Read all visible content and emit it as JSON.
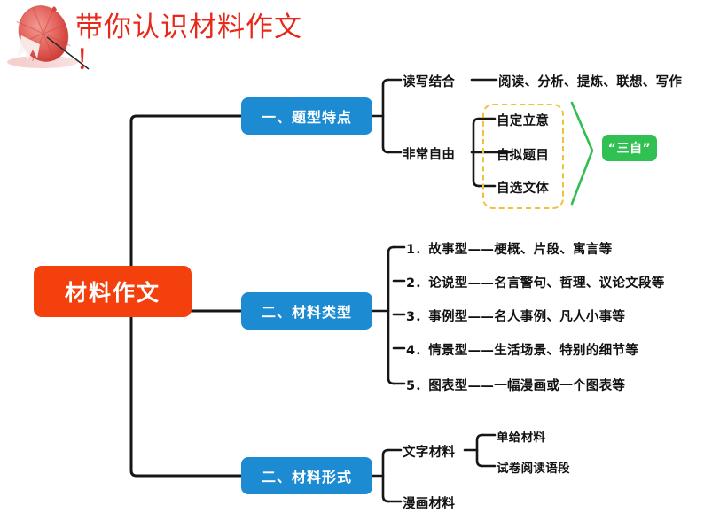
{
  "title": {
    "main": "带你认识材料作文",
    "exclamation": "！",
    "color": "#E8291A",
    "decoration_icon": "red-parasol-icon"
  },
  "colors": {
    "root_node": "#F4400D",
    "branch_node": "#1C8BD2",
    "badge_green": "#31C052",
    "dashed_border": "#F0C23A",
    "connector": "#161616",
    "title_red": "#E8291A"
  },
  "root": {
    "label": "材料作文"
  },
  "branches": [
    {
      "label": "一、题型特点",
      "children": [
        {
          "label": "读写结合",
          "detail": "阅读、分析、提炼、联想、写作"
        },
        {
          "label": "非常自由",
          "grouped": [
            "自定立意",
            "自拟题目",
            "自选文体"
          ],
          "group_badge": "“三自”"
        }
      ]
    },
    {
      "label": "二、材料类型",
      "items": [
        "1．故事型——梗概、片段、寓言等",
        "2．论说型——名言警句、哲理、议论文段等",
        "3．事例型——名人事例、凡人小事等",
        "4．情景型——生活场景、特别的细节等",
        "5．图表型——一幅漫画或一个图表等"
      ]
    },
    {
      "label": "二、材料形式",
      "children": [
        {
          "label": "文字材料",
          "subs": [
            "单给材料",
            "试卷阅读语段"
          ]
        },
        {
          "label": "漫画材料",
          "subs": []
        }
      ]
    }
  ]
}
